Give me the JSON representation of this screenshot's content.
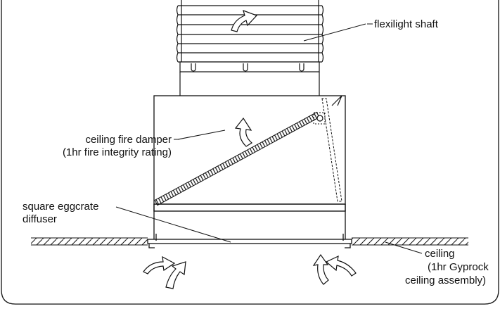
{
  "labels": {
    "flexilight_shaft": "flexilight shaft",
    "damper_line1": "ceiling fire damper",
    "damper_line2": "(1hr fire integrity rating)",
    "diffuser_line1": "square eggcrate",
    "diffuser_line2": "diffuser",
    "ceiling_line1": "ceiling",
    "ceiling_line2": "(1hr Gyprock",
    "ceiling_line3": "ceiling assembly)"
  },
  "colors": {
    "stroke": "#111111",
    "background": "#ffffff"
  }
}
